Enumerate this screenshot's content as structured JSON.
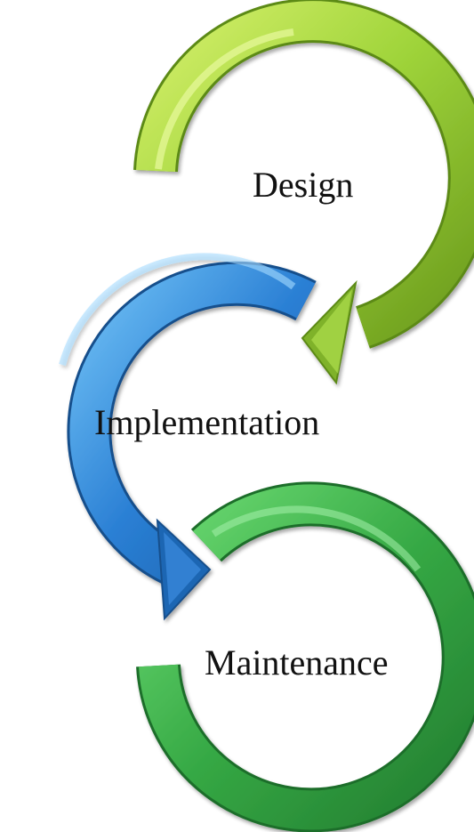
{
  "diagram": {
    "stages": [
      {
        "label": "Design",
        "color": "#8cc63f"
      },
      {
        "label": "Implementation",
        "color": "#2e7fd0"
      },
      {
        "label": "Maintenance",
        "color": "#3cae4b"
      }
    ]
  }
}
